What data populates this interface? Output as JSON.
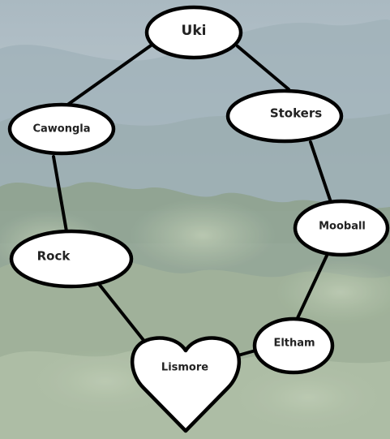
{
  "diagram": {
    "colors": {
      "node_fill": "#ffffff",
      "node_stroke": "#000000",
      "edge": "#000000",
      "label": "#222222",
      "sky": "#b9c6cf",
      "hills": "#8fa3a8",
      "forest_dark": "#6f8577",
      "forest_light": "#a7b99d"
    },
    "nodes": [
      {
        "id": "uki",
        "label": "Uki",
        "shape": "ellipse"
      },
      {
        "id": "stokers",
        "label": "Stokers",
        "shape": "ellipse"
      },
      {
        "id": "mooball",
        "label": "Mooball",
        "shape": "ellipse"
      },
      {
        "id": "eltham",
        "label": "Eltham",
        "shape": "ellipse"
      },
      {
        "id": "lismore",
        "label": "Lismore",
        "shape": "heart"
      },
      {
        "id": "rock",
        "label": "Rock",
        "shape": "ellipse"
      },
      {
        "id": "cawongla",
        "label": "Cawongla",
        "shape": "ellipse"
      }
    ],
    "edges": [
      {
        "from": "uki",
        "to": "stokers"
      },
      {
        "from": "stokers",
        "to": "mooball"
      },
      {
        "from": "mooball",
        "to": "eltham"
      },
      {
        "from": "eltham",
        "to": "lismore"
      },
      {
        "from": "lismore",
        "to": "rock"
      },
      {
        "from": "rock",
        "to": "cawongla"
      },
      {
        "from": "cawongla",
        "to": "uki"
      }
    ]
  }
}
